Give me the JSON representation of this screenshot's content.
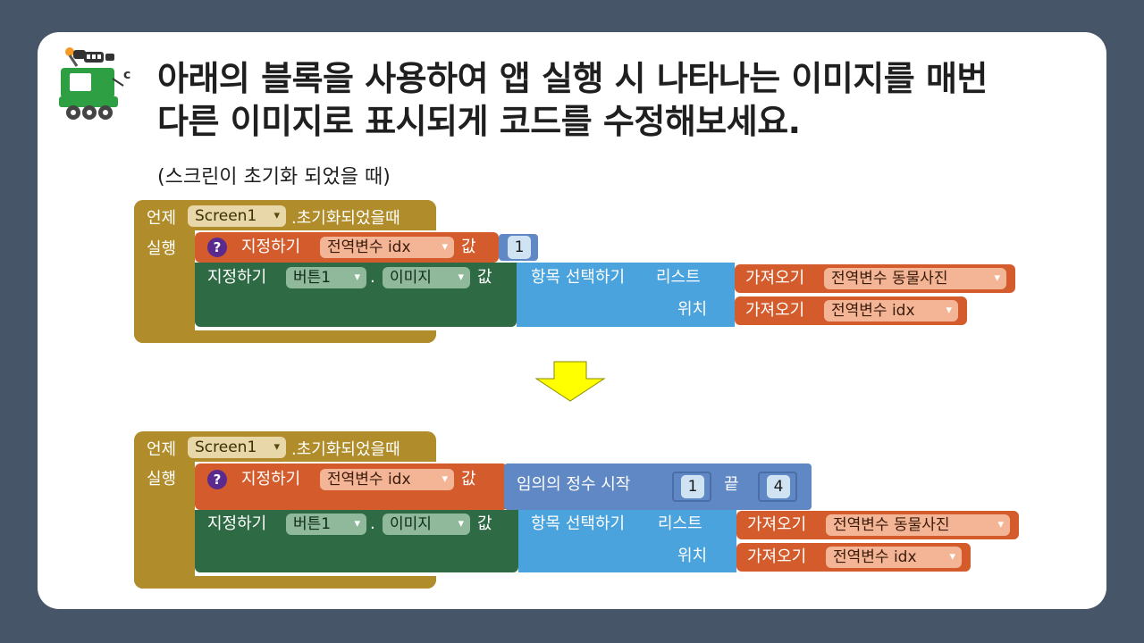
{
  "title": {
    "line1": "아래의 블록을 사용하여 앱 실행 시 나타나는 이미지를 매번",
    "line2": "다른 이미지로 표시되게 코드를 수정해보세요."
  },
  "subtitle": "(스크린이 초기화 되었을 때)",
  "blocks": {
    "event_when": "언제",
    "event_component": "Screen1",
    "event_name": ".초기화되었을때",
    "event_do": "실행",
    "help": "?",
    "set_global": "지정하기",
    "global_idx": "전역변수 idx",
    "value_label": "값",
    "set_prop": "지정하기",
    "button_component": "버튼1",
    "dot": ".",
    "image_prop": "이미지",
    "select_item": "항목 선택하기",
    "list_label": "리스트",
    "get_label": "가져오기",
    "global_photos": "전역변수 동물사진",
    "index_label": "위치",
    "number_one": "1",
    "random_int": "임의의 정수 시작",
    "to_label": "끝",
    "number_four": "4"
  },
  "colors": {
    "event": "#b08d2a",
    "variable": "#d45c2c",
    "component": "#2e6b44",
    "list": "#4aa3dc",
    "math": "#5f88c4",
    "arrow": "#ffff00"
  }
}
